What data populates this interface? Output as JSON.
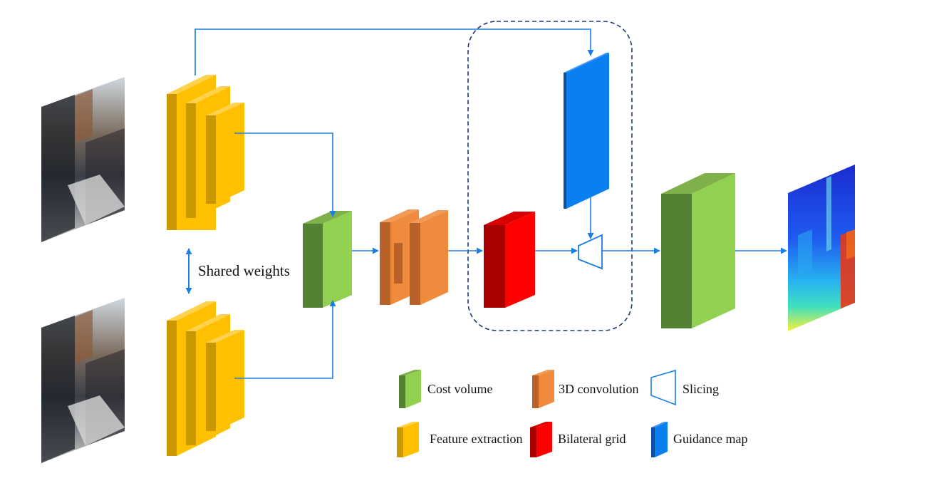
{
  "labels": {
    "shared_weights": "Shared weights"
  },
  "legend": {
    "cost_volume": "Cost volume",
    "conv3d": "3D convolution",
    "slicing": "Slicing",
    "feature_extraction": "Feature extraction",
    "bilateral_grid": "Bilateral grid",
    "guidance_map": "Guidance map"
  },
  "colors": {
    "arrow": "#1a7ee6",
    "dashed_box": "#1f3a78",
    "feature_front": "#ffc000",
    "feature_side": "#c99700",
    "cost_front": "#92d050",
    "cost_side": "#548235",
    "conv_front": "#f08a3c",
    "conv_side": "#b8622a",
    "grid_front": "#ff0000",
    "grid_side": "#a80000",
    "guidance_front": "#0a7ff0",
    "guidance_side": "#0a4fa0",
    "output_front": "#92d050",
    "output_side": "#548235"
  },
  "icons": {
    "input_image_top": "street-photo",
    "input_image_bottom": "street-photo",
    "output_image": "disparity-map",
    "slicing": "trapezoid-icon"
  }
}
